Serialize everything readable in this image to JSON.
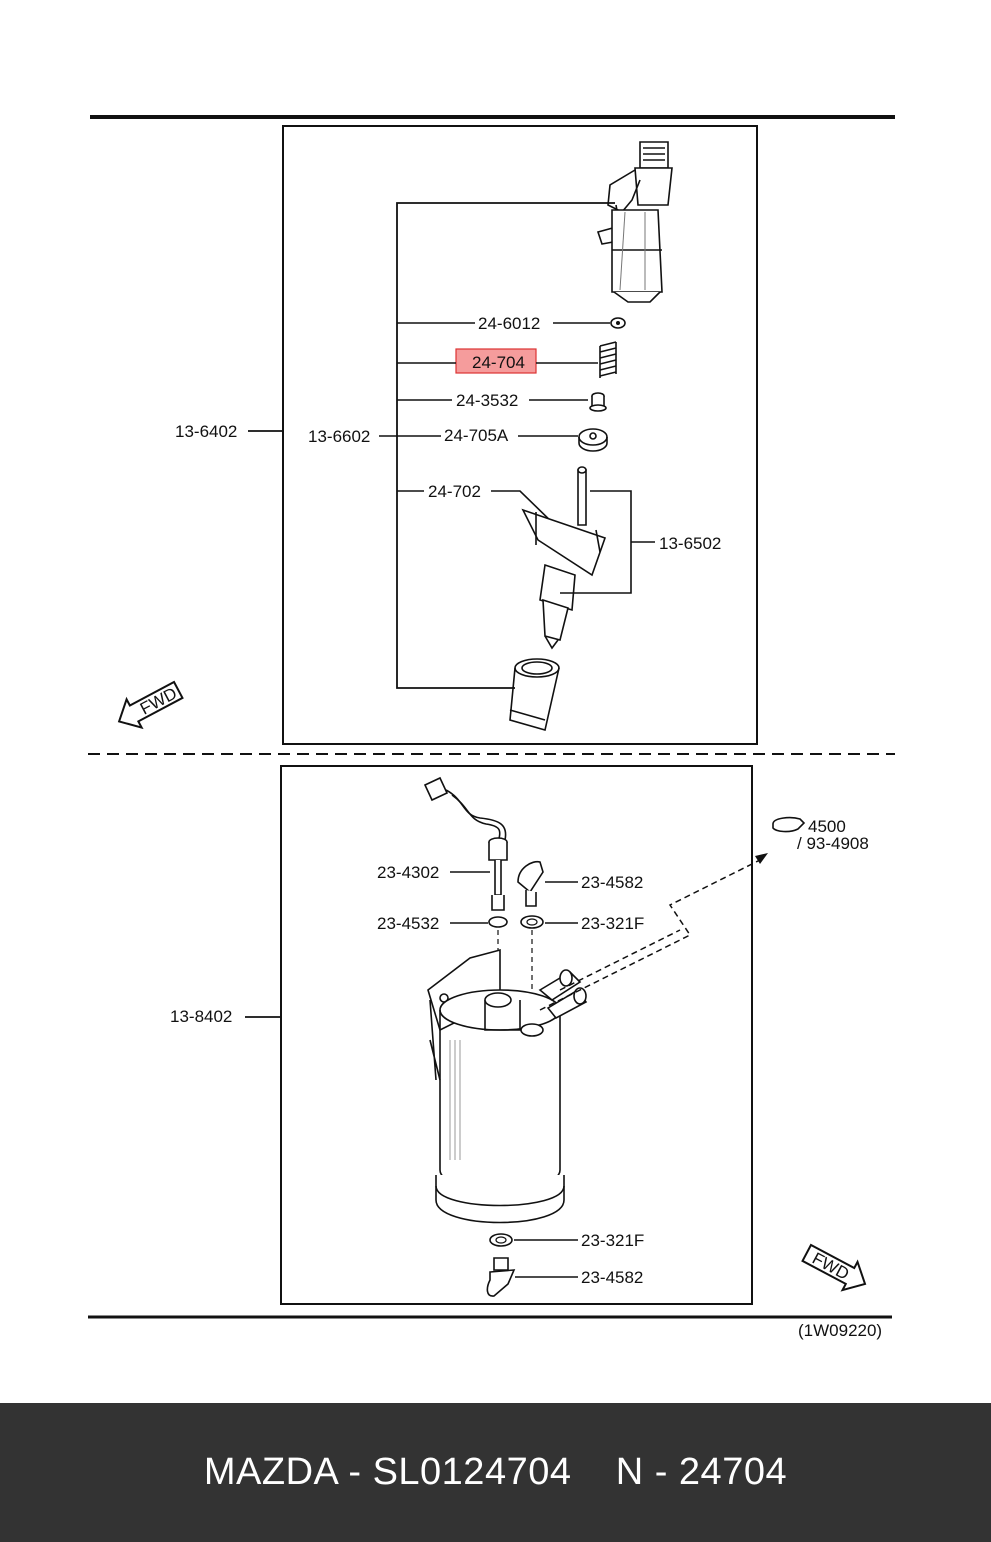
{
  "colors": {
    "highlight": "#f59c9c",
    "footer_bg": "#333333",
    "line": "#111111"
  },
  "upper_assembly": {
    "group_label": "13-6402",
    "sub_label": "13-6602",
    "parts": [
      {
        "id": "p6012",
        "label": "24-6012"
      },
      {
        "id": "p704",
        "label": "24-704",
        "highlighted": true
      },
      {
        "id": "p3532",
        "label": "24-3532"
      },
      {
        "id": "p705a",
        "label": "24-705A"
      },
      {
        "id": "p702",
        "label": "24-702"
      }
    ],
    "bracket_label": "13-6502",
    "fwd_label": "FWD"
  },
  "lower_assembly": {
    "group_label": "13-8402",
    "parts": [
      {
        "id": "p4302",
        "label": "23-4302"
      },
      {
        "id": "p4582a",
        "label": "23-4582"
      },
      {
        "id": "p4532",
        "label": "23-4532"
      },
      {
        "id": "p321fa",
        "label": "23-321F"
      },
      {
        "id": "p321fb",
        "label": "23-321F"
      },
      {
        "id": "p4582b",
        "label": "23-4582"
      }
    ],
    "ref_main": "4500",
    "ref_sub": "/ 93-4908",
    "fwd_label": "FWD"
  },
  "figure_code": "(1W09220)",
  "footer": {
    "text": "MAZDA - SL0124704    N - 24704"
  }
}
